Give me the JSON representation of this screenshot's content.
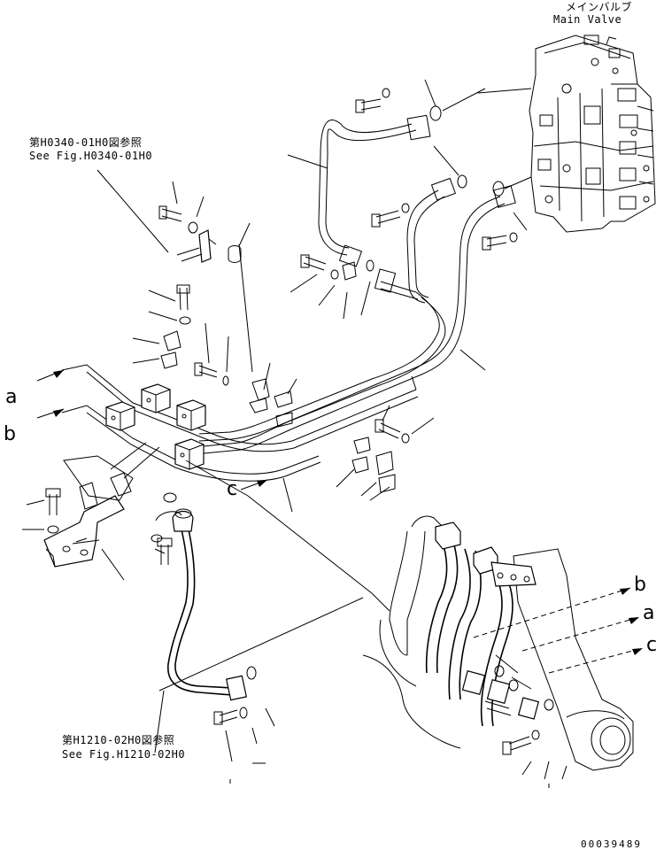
{
  "main_valve": {
    "jp": "メインバルブ",
    "en": "Main Valve"
  },
  "ref_top": {
    "jp": "第H0340-01H0図参照",
    "en": "See Fig.H0340-01H0"
  },
  "ref_bottom": {
    "jp": "第H1210-02H0図参照",
    "en": "See Fig.H1210-02H0"
  },
  "callouts": {
    "a_left": "a",
    "b_left": "b",
    "c_mid": "c",
    "b_right": "b",
    "a_right": "a",
    "c_right": "c"
  },
  "drawing_number": "00039489"
}
